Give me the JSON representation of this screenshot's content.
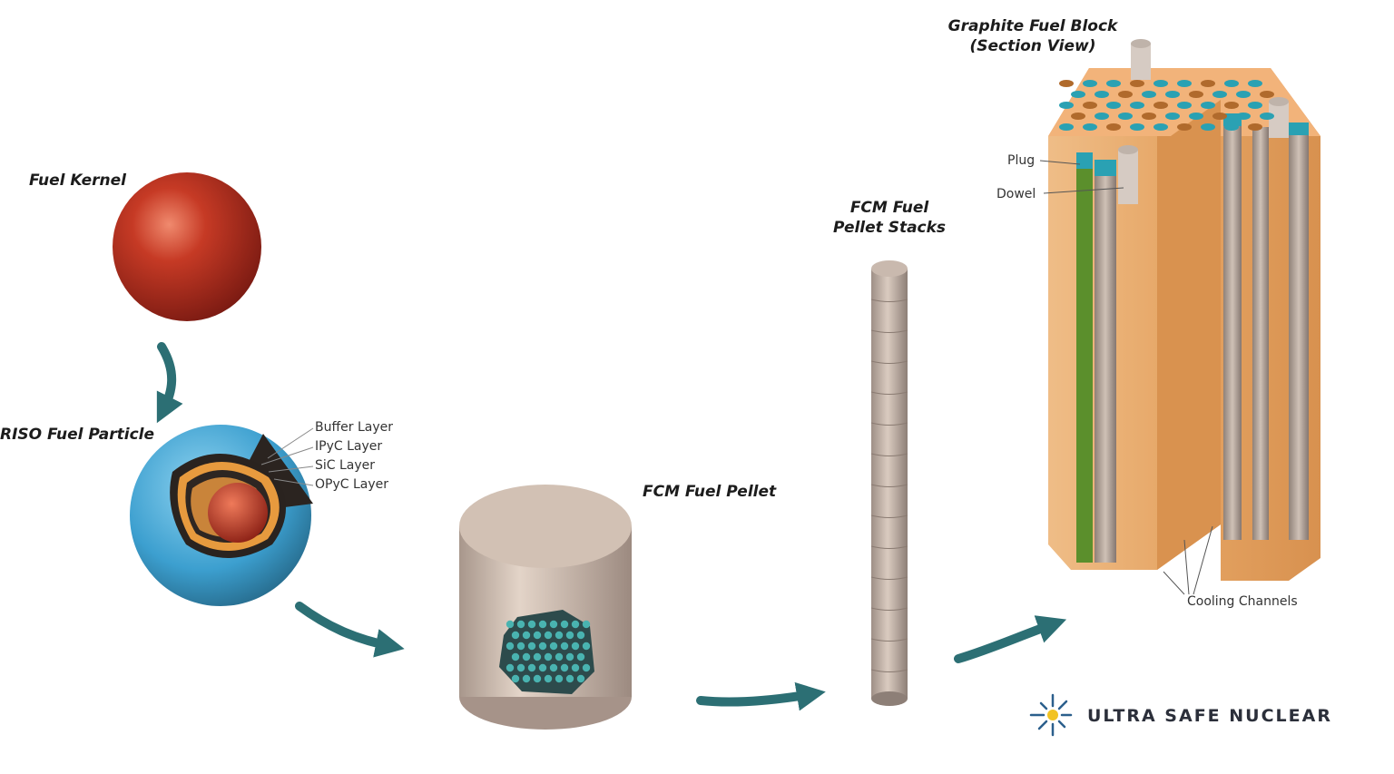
{
  "labels": {
    "fuel_kernel": "Fuel Kernel",
    "triso_particle": "RISO Fuel Particle",
    "fcm_pellet": "FCM Fuel Pellet",
    "fcm_stacks_line1": "FCM Fuel",
    "fcm_stacks_line2": "Pellet Stacks",
    "block_line1": "Graphite Fuel Block",
    "block_line2": "(Section View)"
  },
  "triso_layers": [
    "Buffer Layer",
    "IPyC Layer",
    "SiC Layer",
    "OPyC Layer"
  ],
  "block_parts": {
    "plug": "Plug",
    "dowel": "Dowel",
    "cooling": "Cooling Channels"
  },
  "logo": {
    "text": "ULTRA SAFE NUCLEAR",
    "icon": "starburst-icon"
  },
  "colors": {
    "arrow": "#2c6f74",
    "kernel": "#b7301f",
    "particle_blue": "#3e9fcf",
    "graphite": "#e6a865",
    "pellet": "#c9b6a6",
    "channel_teal": "#2aa1b3",
    "compact_green": "#5a8f2c"
  }
}
